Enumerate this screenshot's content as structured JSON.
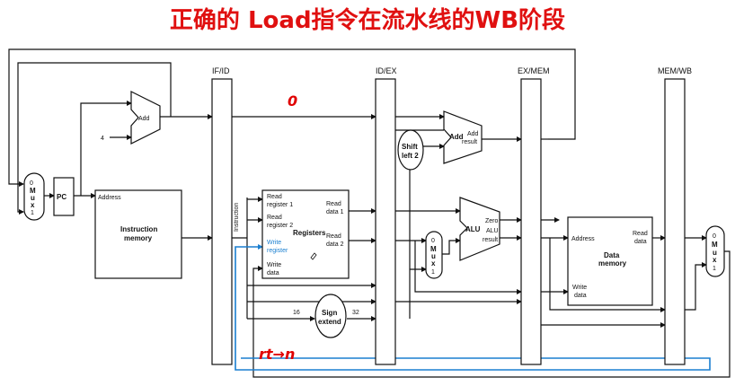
{
  "title": "正确的 Load指令在流水线的WB阶段",
  "stages": {
    "if_id": "IF/ID",
    "id_ex": "ID/EX",
    "ex_mem": "EX/MEM",
    "mem_wb": "MEM/WB"
  },
  "pc": "PC",
  "const_four": "4",
  "add_pc": "Add",
  "mux_pc": [
    "0",
    "M",
    "u",
    "x",
    "1"
  ],
  "instr_mem": {
    "address": "Address",
    "name1": "Instruction",
    "name2": "memory"
  },
  "instruction_label": "Instruction",
  "registers": {
    "read_reg1_a": "Read",
    "read_reg1_b": "register 1",
    "read_reg2_a": "Read",
    "read_reg2_b": "register 2",
    "write_reg_a": "Write",
    "write_reg_b": "register",
    "write_data_a": "Write",
    "write_data_b": "data",
    "name": "Registers",
    "read_data1_a": "Read",
    "read_data1_b": "data 1",
    "read_data2_a": "Read",
    "read_data2_b": "data 2"
  },
  "shift": {
    "a": "Shift",
    "b": "left 2"
  },
  "add_branch": {
    "name": "Add",
    "res_a": "Add",
    "res_b": "result"
  },
  "alu": {
    "name": "ALU",
    "zero": "Zero",
    "res_a": "ALU",
    "res_b": "result"
  },
  "mux_alu": [
    "0",
    "M",
    "u",
    "x",
    "1"
  ],
  "sign_extend": {
    "a": "Sign",
    "b": "extend",
    "in": "16",
    "out": "32"
  },
  "data_mem": {
    "address": "Address",
    "read_a": "Read",
    "read_b": "data",
    "name1": "Data",
    "name2": "memory",
    "write_a": "Write",
    "write_b": "data"
  },
  "mux_wb": [
    "0",
    "M",
    "u",
    "x",
    "1"
  ],
  "annotation_zero": "0",
  "annotation_rt": "rt→n",
  "colors": {
    "title": "#e01010",
    "write_path": "#1a7fd0",
    "annotation": "#e00000"
  }
}
